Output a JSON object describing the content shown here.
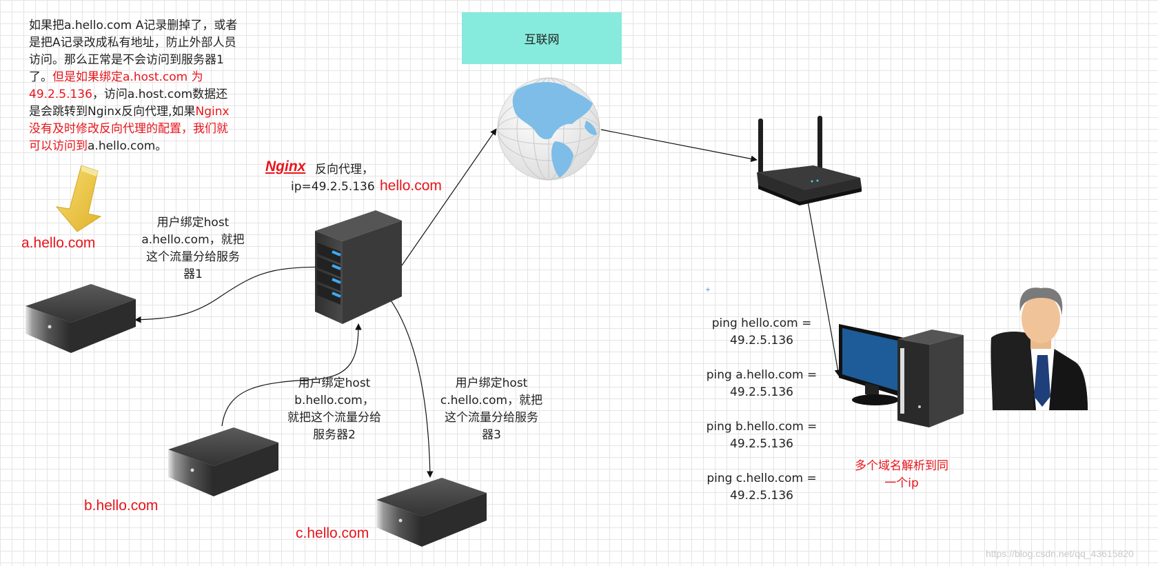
{
  "note": {
    "p1": "如果把a.hello.com A记录删掉了，或者是把A记录改成私有地址，防止外部人员访问。那么正常是不会访问到服务器1了。",
    "p2_red": "但是如果绑定a.host.com 为 49.2.5.136",
    "p3": "，访问a.host.com数据还是会跳转到Nginx反向代理,如果",
    "p4_red": "Nginx 没有及时修改反向代理的配置，我们就可以访问到",
    "p5": "a.hello.com",
    "p6": "。"
  },
  "internet": {
    "label": "互联网"
  },
  "nginx": {
    "title": "Nginx",
    "desc_line1": "反向代理，",
    "desc_line2": "ip=49.2.5.136",
    "domain": "hello.com"
  },
  "servers": {
    "a": {
      "domain": "a.hello.com",
      "note": [
        "用户绑定host",
        "a.hello.com，就把",
        "这个流量分给服务",
        "器1"
      ]
    },
    "b": {
      "domain": "b.hello.com",
      "note": [
        "用户绑定host",
        "b.hello.com，",
        "就把这个流量分给",
        "服务器2"
      ]
    },
    "c": {
      "domain": "c.hello.com",
      "note": [
        "用户绑定host",
        "c.hello.com，就把",
        "这个流量分给服务",
        "器3"
      ]
    }
  },
  "pings": [
    {
      "line1": "ping hello.com =",
      "line2": "49.2.5.136"
    },
    {
      "line1": "ping a.hello.com =",
      "line2": "49.2.5.136"
    },
    {
      "line1": "ping b.hello.com =",
      "line2": "49.2.5.136"
    },
    {
      "line1": "ping c.hello.com =",
      "line2": "49.2.5.136"
    }
  ],
  "multi_note": {
    "line1": "多个域名解析到同",
    "line2": "一个ip"
  },
  "watermark": "https://blog.csdn.net/qq_43615820",
  "colors": {
    "red": "#e8141b",
    "internet_box": "#86ebdc",
    "globe": "#7dbde8",
    "monitor": "#1d5c98"
  },
  "icons": [
    "yellow-arrow-icon",
    "globe-icon",
    "router-icon",
    "server-tower-icon",
    "rack-server-icon",
    "desktop-computer-icon",
    "user-avatar-icon"
  ]
}
